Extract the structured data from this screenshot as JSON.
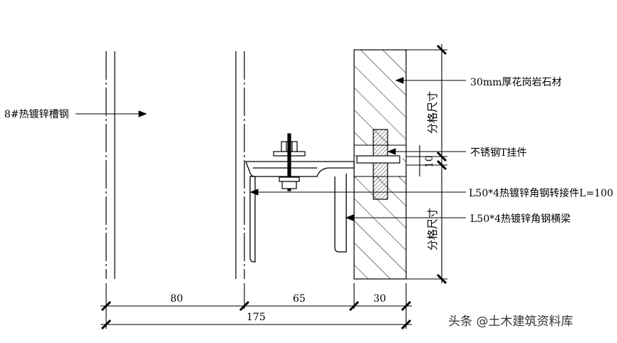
{
  "labels": {
    "channel_steel": "8#热镀锌槽钢",
    "granite": "30mm厚花岗岩石材",
    "t_hanger": "不锈钢T挂件",
    "angle_connector": "L50*4热镀锌角钢转接件L=100",
    "angle_beam": "L50*4热镀锌角钢横梁"
  },
  "dimensions": {
    "d80": "80",
    "d65": "65",
    "d30": "30",
    "d175": "175",
    "d10": "10",
    "joint_upper": "分格尺寸",
    "joint_lower": "分格尺寸"
  },
  "watermark": "头条 @土木建筑资料库"
}
